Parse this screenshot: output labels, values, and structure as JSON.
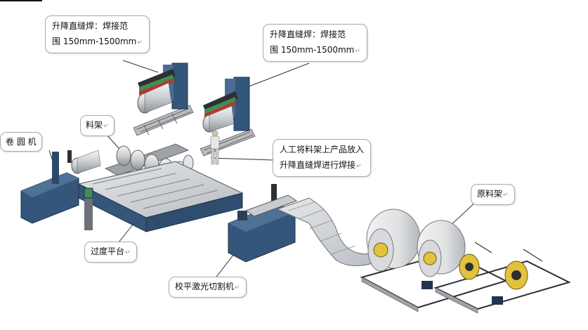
{
  "labels": {
    "welder_left": [
      "升降直缝焊：焊接范",
      "围 150mm-1500mm"
    ],
    "welder_right": [
      "升降直缝焊：焊接范",
      "围 150mm-1500mm"
    ],
    "rolling_machine": "卷 圆 机",
    "material_rack": "料架",
    "manual_step": [
      "人工将料架上产品放入",
      "升降直缝焊进行焊接"
    ],
    "transition_platform": "过度平台",
    "leveling_laser_cutter": "校平激光切割机",
    "raw_material_rack": "原料架",
    "line_mark": "↵"
  },
  "colors": {
    "machine_blue": "#34567a",
    "steel_gray": "#8a8f96",
    "light_steel": "#d9dce0",
    "green_stripe": "#3f8f52",
    "red_stripe": "#b23a30",
    "coil_yellow": "#e2c23a",
    "frame_dark": "#2d2f33"
  }
}
